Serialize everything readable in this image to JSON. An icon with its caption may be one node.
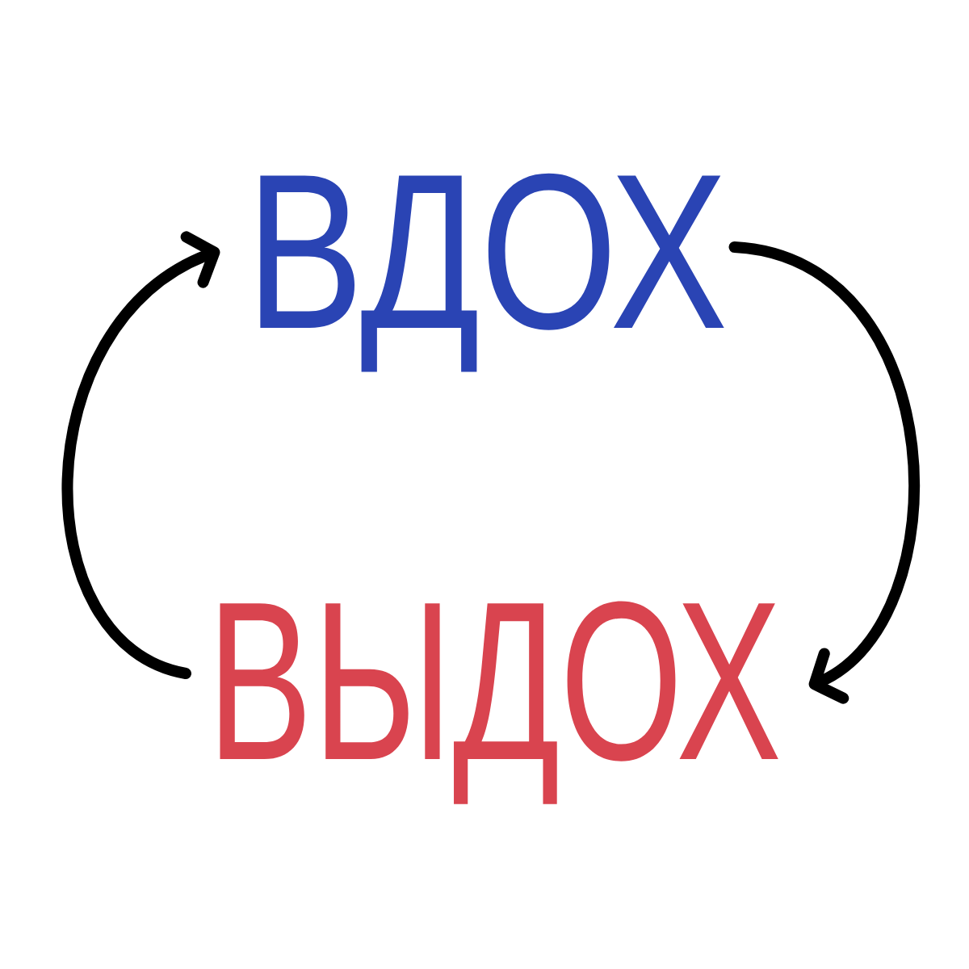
{
  "diagram": {
    "nodes": [
      {
        "text": [
          "ВДОХ"
        ]
      },
      {
        "text": [
          "ВЫДОХ"
        ]
      }
    ],
    "edges": [
      {
        "from": 0,
        "to": 1,
        "arrow": "to"
      },
      {
        "from": 1,
        "to": 0,
        "arrow": "to"
      }
    ]
  }
}
